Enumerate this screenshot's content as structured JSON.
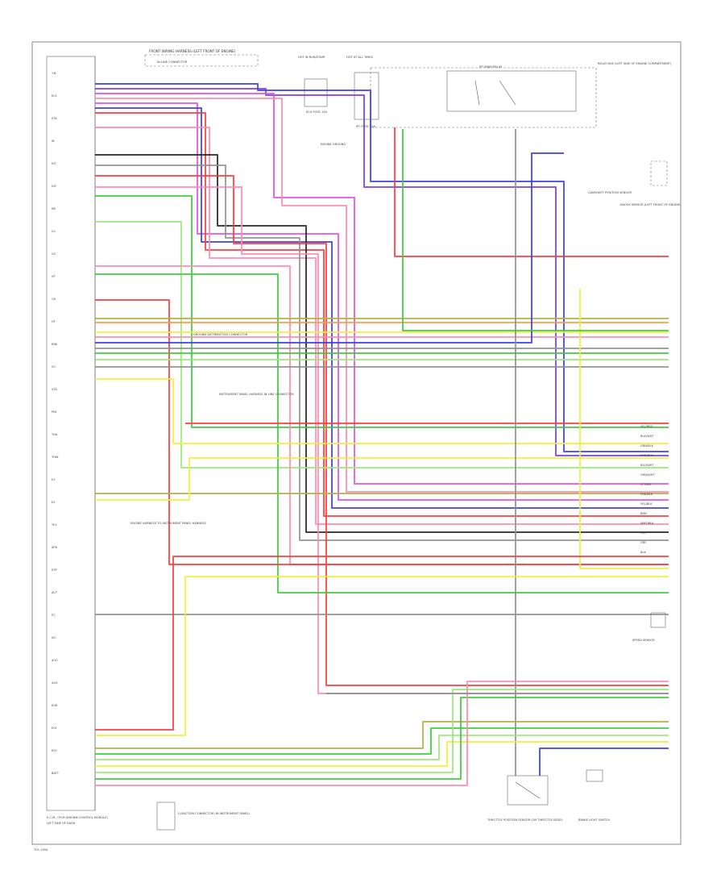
{
  "diagram": {
    "footer_code": "T01-1994",
    "ecm_name": "E.C.M. / PCM (ENGINE CONTROL MODULE)",
    "ecm_location": "LEFT SIDE OF DASH",
    "top_connector": "FRONT WIRING HARNESS (LEFT FRONT OF ENGINE)",
    "top_connector_sub": "IN-LINE CONNECTOR",
    "fuse_left": "HOT IN RUN/START",
    "fuse_right": "HOT AT ALL TIMES",
    "fuse_box_left": "ECU FUSE 15A",
    "fuse_box_right": "EFI FUSE 15A",
    "main_relay": "EFI MAIN RELAY",
    "main_relay_loc": "RELAY BOX (LEFT SIDE OF ENGINE COMPARTMENT)",
    "ground_1": "ENGINE GROUND",
    "junction_1": "GROUND DISTRIBUTION CONNECTOR",
    "junction_2": "INSTRUMENT PANEL HARNESS IN-LINE CONNECTOR",
    "junction_3": "ENGINE HARNESS TO INSTRUMENT PANEL HARNESS",
    "sensor_right_1": "CAMSHAFT POSITION SENSOR",
    "sensor_right_2": "KNOCK SENSOR (LEFT FRONT OF ENGINE)",
    "sensor_right_3": "SPEED SENSOR",
    "bottom_comp_1": "THROTTLE POSITION SENSOR (ON THROTTLE BODY)",
    "bottom_comp_2": "BRAKE LIGHT SWITCH",
    "legend_note": "1 JUNCTION CONNECTOR (IN INSTRUMENT PANEL)",
    "pins": [
      "+B",
      "ELS",
      "STA",
      "W",
      "IGT",
      "IGF",
      "NE",
      "G1",
      "G2",
      "VF",
      "OX",
      "HT",
      "KNK",
      "VC",
      "VTA",
      "PIM",
      "THA",
      "THW",
      "E1",
      "E2",
      "TE1",
      "SPD",
      "STP",
      "ACT",
      "FC",
      "ISC",
      "#10",
      "#20",
      "EGR",
      "E01",
      "E02",
      "BATT"
    ],
    "wire_colors": [
      "YEL/RED",
      "BLK/WHT",
      "GRN/BLK",
      "RED/BLK",
      "BLU/WHT",
      "GRN/WHT",
      "LT GRN",
      "PNK/BLK",
      "YEL/BLK",
      "BRN",
      "WHT/BLK",
      "VIO",
      "GRY",
      "BLK"
    ]
  },
  "palette": {
    "blue": "#3a3af0",
    "magenta": "#e050e0",
    "red": "#ff3a3a",
    "pink": "#ff8ab0",
    "green": "#3acc3a",
    "light_green": "#9be87a",
    "yellow": "#f0f03a",
    "orange": "#ff9a40",
    "gray": "#909090",
    "black": "#222222",
    "olive": "#b0b040",
    "violet": "#7a3ae0",
    "brown": "#b07030"
  }
}
